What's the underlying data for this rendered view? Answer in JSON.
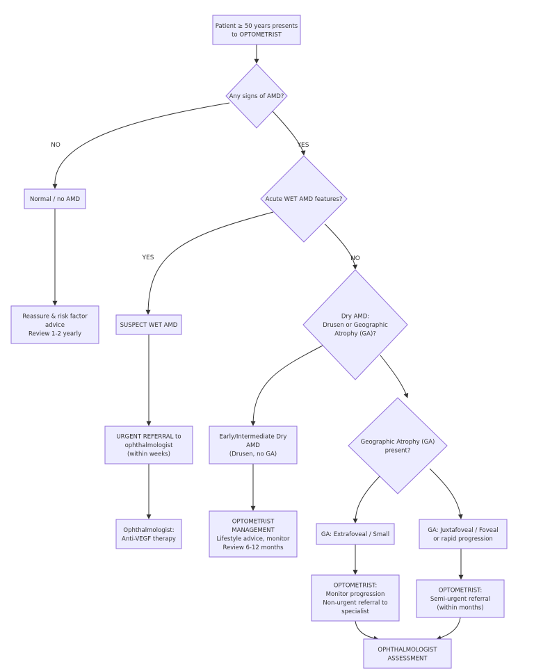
{
  "diagram": {
    "nodes": [
      {
        "id": "start",
        "shape": "rect",
        "lines": [
          "Patient ≥ 50 years presents",
          "to OPTOMETRIST"
        ]
      },
      {
        "id": "amd_signs",
        "shape": "diamond",
        "lines": [
          "Any signs of AMD?"
        ]
      },
      {
        "id": "normal",
        "shape": "rect",
        "lines": [
          "Normal / no AMD"
        ]
      },
      {
        "id": "reassure",
        "shape": "rect",
        "lines": [
          "Reassure & risk factor",
          "advice",
          "Review 1-2 yearly"
        ]
      },
      {
        "id": "wet_features",
        "shape": "diamond",
        "lines": [
          "Acute WET AMD features?"
        ]
      },
      {
        "id": "suspect_wet",
        "shape": "rect",
        "lines": [
          "SUSPECT WET AMD"
        ]
      },
      {
        "id": "urgent_referral",
        "shape": "rect",
        "lines": [
          "URGENT REFERRAL to",
          "ophthalmologist",
          "(within weeks)"
        ]
      },
      {
        "id": "anti_vegf",
        "shape": "rect",
        "lines": [
          "Ophthalmologist:",
          "Anti-VEGF therapy"
        ]
      },
      {
        "id": "dry_amd",
        "shape": "diamond",
        "lines": [
          "Dry AMD:",
          "Drusen or Geographic",
          "Atrophy (GA)?"
        ]
      },
      {
        "id": "early_dry",
        "shape": "rect",
        "lines": [
          "Early/Intermediate Dry",
          "AMD",
          "(Drusen, no GA)"
        ]
      },
      {
        "id": "opt_mgmt",
        "shape": "rect",
        "lines": [
          "OPTOMETRIST",
          "MANAGEMENT",
          "Lifestyle advice, monitor",
          "Review 6-12 months"
        ]
      },
      {
        "id": "ga_present",
        "shape": "diamond",
        "lines": [
          "Geographic Atrophy (GA)",
          "present?"
        ]
      },
      {
        "id": "ga_extra",
        "shape": "rect",
        "lines": [
          "GA: Extrafoveal / Small"
        ]
      },
      {
        "id": "ga_juxta",
        "shape": "rect",
        "lines": [
          "GA: Juxtafoveal / Foveal",
          "or rapid progression"
        ]
      },
      {
        "id": "opt_monitor",
        "shape": "rect",
        "lines": [
          "OPTOMETRIST:",
          "Monitor progression",
          "Non-urgent referral to",
          "specialist"
        ]
      },
      {
        "id": "opt_semi",
        "shape": "rect",
        "lines": [
          "OPTOMETRIST:",
          "Semi-urgent referral",
          "(within months)"
        ]
      },
      {
        "id": "ophth_assess",
        "shape": "rect",
        "lines": [
          "OPHTHALMOLOGIST",
          "ASSESSMENT"
        ]
      }
    ],
    "edges": [
      {
        "id": "e1",
        "from": "start",
        "to": "amd_signs",
        "label": ""
      },
      {
        "id": "e2",
        "from": "amd_signs",
        "to": "normal",
        "label": "NO"
      },
      {
        "id": "e3",
        "from": "amd_signs",
        "to": "wet_features",
        "label": "YES"
      },
      {
        "id": "e4",
        "from": "normal",
        "to": "reassure",
        "label": ""
      },
      {
        "id": "e5",
        "from": "wet_features",
        "to": "suspect_wet",
        "label": "YES"
      },
      {
        "id": "e6",
        "from": "wet_features",
        "to": "dry_amd",
        "label": "NO"
      },
      {
        "id": "e7",
        "from": "suspect_wet",
        "to": "urgent_referral",
        "label": ""
      },
      {
        "id": "e8",
        "from": "urgent_referral",
        "to": "anti_vegf",
        "label": ""
      },
      {
        "id": "e9",
        "from": "dry_amd",
        "to": "early_dry",
        "label": ""
      },
      {
        "id": "e10",
        "from": "dry_amd",
        "to": "ga_present",
        "label": ""
      },
      {
        "id": "e11",
        "from": "early_dry",
        "to": "opt_mgmt",
        "label": ""
      },
      {
        "id": "e12",
        "from": "ga_present",
        "to": "ga_extra",
        "label": ""
      },
      {
        "id": "e13",
        "from": "ga_present",
        "to": "ga_juxta",
        "label": ""
      },
      {
        "id": "e14",
        "from": "ga_extra",
        "to": "opt_monitor",
        "label": ""
      },
      {
        "id": "e15",
        "from": "ga_juxta",
        "to": "opt_semi",
        "label": ""
      },
      {
        "id": "e16",
        "from": "opt_monitor",
        "to": "ophth_assess",
        "label": ""
      },
      {
        "id": "e17",
        "from": "opt_semi",
        "to": "ophth_assess",
        "label": ""
      }
    ]
  }
}
